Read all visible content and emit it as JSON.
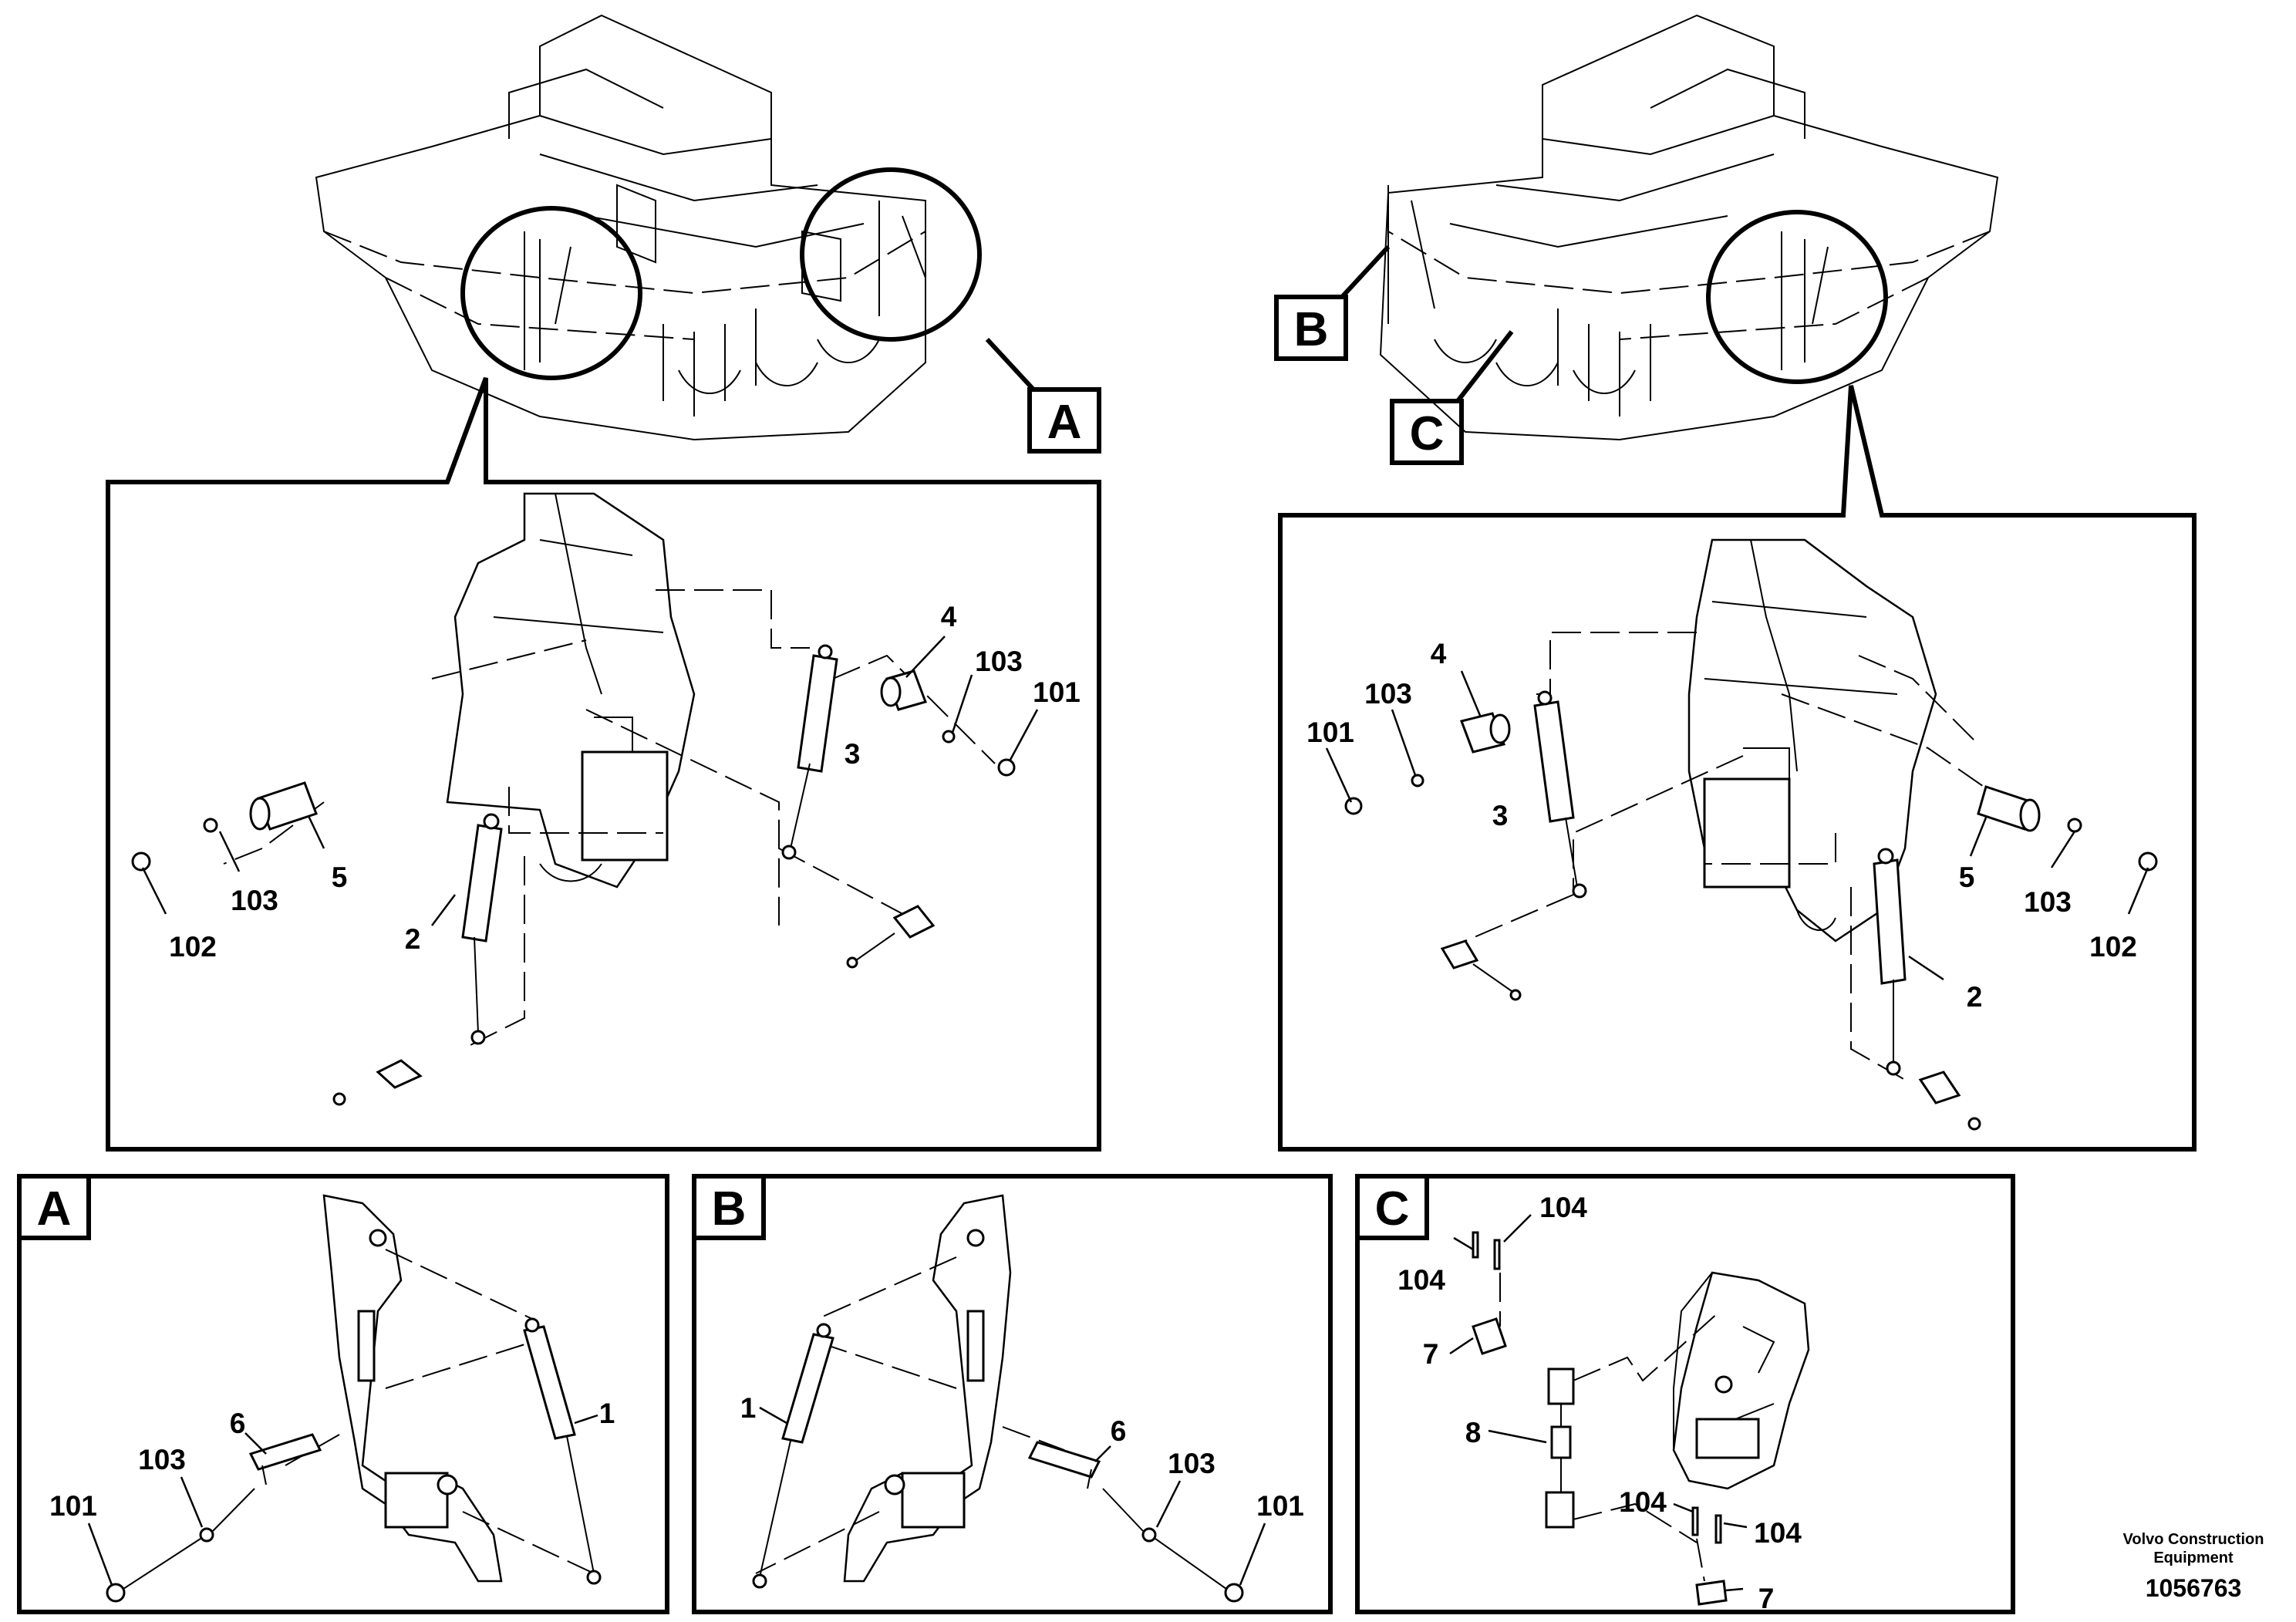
{
  "callouts": {
    "a": "A",
    "b": "B",
    "c": "C"
  },
  "top_left_detail": {
    "p4": "4",
    "p103a": "103",
    "p101": "101",
    "p3": "3",
    "p5": "5",
    "p103b": "103",
    "p102": "102",
    "p2": "2"
  },
  "top_right_detail": {
    "p4": "4",
    "p103a": "103",
    "p101": "101",
    "p3": "3",
    "p5": "5",
    "p103b": "103",
    "p102": "102",
    "p2": "2"
  },
  "panel_a": {
    "title": "A",
    "p1": "1",
    "p6": "6",
    "p103": "103",
    "p101": "101"
  },
  "panel_b": {
    "title": "B",
    "p1": "1",
    "p6": "6",
    "p103": "103",
    "p101": "101"
  },
  "panel_c": {
    "title": "C",
    "p104a": "104",
    "p104b": "104",
    "p7a": "7",
    "p8": "8",
    "p104c": "104",
    "p104d": "104",
    "p7b": "7"
  },
  "footer": {
    "brand_line1": "Volvo Construction",
    "brand_line2": "Equipment",
    "doc_number": "1056763"
  }
}
